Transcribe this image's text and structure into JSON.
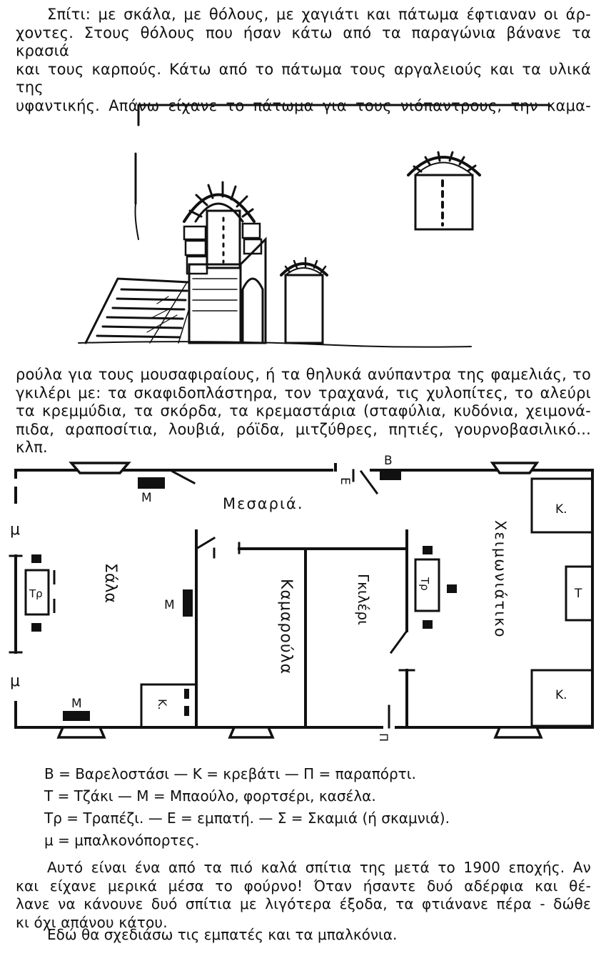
{
  "intro": {
    "lines": [
      "Σπίτι: με σκάλα, με θόλους, με χαγιάτι και πάτωμα έφτιαναν οι άρ-",
      "χοντες. Στους θόλους που ήσαν κάτω από τα παραγώνια βάνανε τα κρασιά",
      "και τους καρπούς. Κάτω από το πάτωμα τους αργαλειούς και τα υλικά της",
      "υφαντικής. Απάνω είχανε το πάτωμα για τους νιόπαντρους, την καμα-"
    ]
  },
  "continuation": {
    "lines": [
      "ρούλα για τους μουσαφιραίους, ή τα θηλυκά ανύπαντρα της φαμελιάς, το",
      "γκιλέρι με: τα σκαφιδοπλάστηρα, τον τραχανά, τις χυλοπίτες, το αλεύρι",
      "τα κρεμμύδια, τα σκόρδα, τα κρεμαστάρια (σταφύλια, κυδόνια, χειμονά-",
      "πιδα, αραποσίτια, λουβιά, ρόϊδα, μιτζύθρες, πητιές, γουρνοβασιλικό... κλπ."
    ]
  },
  "plan": {
    "labels": {
      "mesaria": "Μεσαριά.",
      "sala": "Σάλα",
      "kamaroula": "Καμαρούλα",
      "gkileri": "Γκιλέρι",
      "xeimoniatiko": "Χειμωνιάτικο",
      "tr_left": "Τρ",
      "tr_right": "Τρ",
      "m_top": "Μ",
      "m_mid": "Μ",
      "m_bottom": "Μ",
      "mu_top": "μ",
      "mu_bottom": "μ",
      "k_left": "Κ.",
      "k_right_top": "Κ.",
      "k_right_bottom": "Κ.",
      "t_right": "Τ",
      "e_entry": "Ε",
      "b_top": "Β",
      "p_bottom": "Π"
    }
  },
  "legend": {
    "lines": [
      "Β = Βαρελοστάσι — Κ = κρεβάτι — Π = παραπόρτι.",
      "Τ = Τζάκι — Μ = Μπαούλο, φορτσέρι, κασέλα.",
      "Τρ = Τραπέζι. — Ε = εμπατή. — Σ = Σκαμιά (ή σκαμνιά).",
      "μ = μπαλκονόπορτες."
    ]
  },
  "closing": {
    "lines": [
      "Αυτό είναι ένα από τα πιό καλά σπίτια της μετά το 1900 εποχής. Αν",
      "και είχανε μερικά μέσα το φούρνο! Όταν ήσαντε δυό αδέρφια και θέ-",
      "λανε να κάνουνε δυό σπίτια με λιγότερα έξοδα, τα φτιάνανε πέρα - δώθε",
      "κι όχι απάνου κάτου."
    ],
    "final": "Εδώ θα σχεδιάσω τις εμπατές και τα μπαλκόνια."
  }
}
